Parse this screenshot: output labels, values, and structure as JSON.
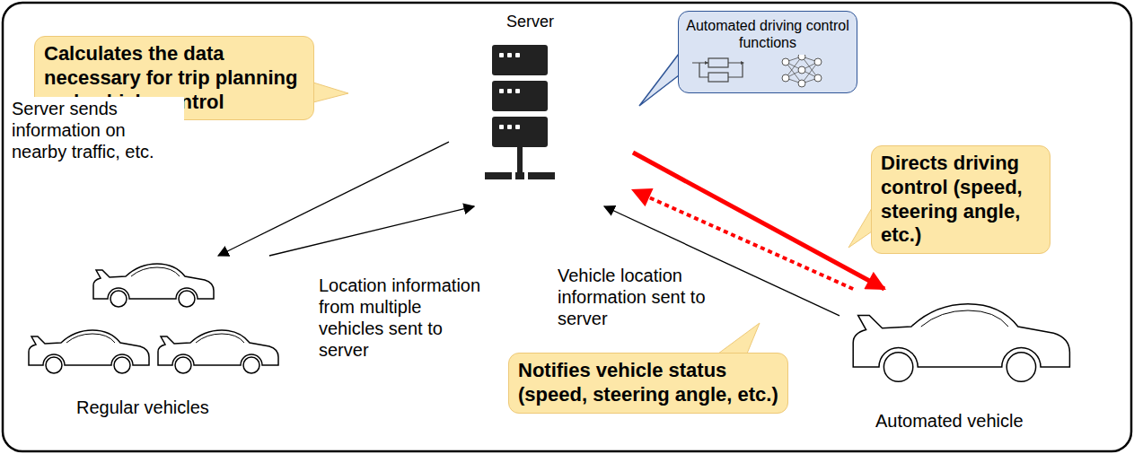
{
  "diagram": {
    "nodes": [
      {
        "text": [
          "Calculates the data necessary for trip planning and vehicle control"
        ]
      },
      {
        "text": [
          "Server"
        ]
      },
      {
        "text": [
          "Automated driving control functions"
        ]
      },
      {
        "text": [
          "Directs driving control (speed, steering angle, etc.)"
        ]
      },
      {
        "text": [
          "Regular vehicles"
        ]
      },
      {
        "text": [
          "Notifies vehicle status (speed, steering angle, etc.)"
        ]
      },
      {
        "text": [
          "Automated vehicle"
        ]
      }
    ],
    "edges": [
      {
        "from": 1,
        "to": 4,
        "label": "Server sends information on nearby traffic, etc.",
        "arrow": "to"
      },
      {
        "from": 4,
        "to": 1,
        "label": "Location information from multiple vehicles sent to server",
        "arrow": "to"
      },
      {
        "from": 6,
        "to": 1,
        "label": "Vehicle location information sent to server",
        "arrow": "to"
      },
      {
        "from": 1,
        "to": 6,
        "arrow": "to"
      },
      {
        "from": 6,
        "to": 1,
        "arrow": "to"
      }
    ]
  }
}
